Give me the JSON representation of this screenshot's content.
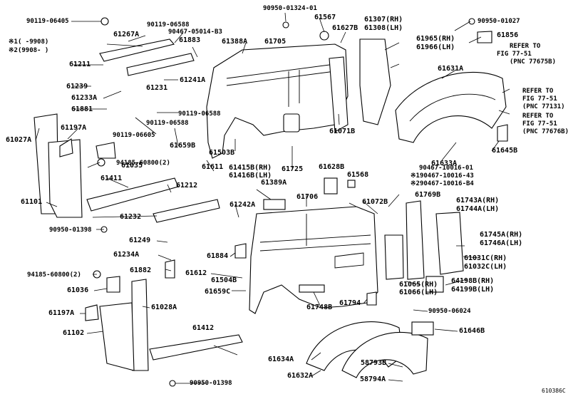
{
  "diagram_id": "610386C",
  "legend": [
    {
      "mark": "※1",
      "range": "( -9908)"
    },
    {
      "mark": "※2",
      "range": "(9908- )"
    }
  ],
  "labels": {
    "p90119_06405": "90119-06405",
    "p61267A": "61267A",
    "p90119_06588a": "90119-06588",
    "p90467_05014": "90467-05014-B3",
    "p61883": "61883",
    "p61388A": "61388A",
    "p90950_01324": "90950-01324-01",
    "p61705": "61705",
    "p61567": "61567",
    "p61627B": "61627B",
    "p61307": "61307(RH)",
    "p61308": "61308(LH)",
    "p90950_01027": "90950-01027",
    "p61965": "61965(RH)",
    "p61966": "61966(LH)",
    "p61856": "61856",
    "p61211": "61211",
    "p61239": "61239",
    "p61241A": "61241A",
    "p61231": "61231",
    "p61233A": "61233A",
    "p61881": "61881",
    "p90119_06588b": "90119-06588",
    "p90119_06588c": "90119-06588",
    "p90119_06605": "90119-06605",
    "p61631A": "61631A",
    "refer1a": "REFER TO",
    "refer1b": "FIG 77-51",
    "refer1c": "(PNC 77675B)",
    "refer2a": "REFER TO",
    "refer2b": "FIG 77-51",
    "refer2c": "(PNC 77131)",
    "refer3a": "REFER TO",
    "refer3b": "FIG 77-51",
    "refer3c": "(PNC 77676B)",
    "p61027A": "61027A",
    "p61197A_top": "61197A",
    "p61035": "61035",
    "p94185_a": "94185-60800(2)",
    "p61659B": "61659B",
    "p61503B": "61503B",
    "p61611": "61611",
    "p61415B": "61415B(RH)",
    "p61416B": "61416B(LH)",
    "p61725": "61725",
    "p61071B": "61071B",
    "p61633A": "61633A",
    "p61645B": "61645B",
    "p61568": "61568",
    "p61628B": "61628B",
    "p61389A": "61389A",
    "p90467_10016_01": "90467-10016-01",
    "p90467_10016_43": "※190467-10016-43",
    "p90467_10016_b4": "※290467-10016-B4",
    "p61101": "61101",
    "p61411": "61411",
    "p61212": "61212",
    "p61242A": "61242A",
    "p61706": "61706",
    "p61072B": "61072B",
    "p61769B": "61769B",
    "p61743A": "61743A(RH)",
    "p61744A": "61744A(LH)",
    "p61232": "61232",
    "p90950_01398a": "90950-01398",
    "p61249": "61249",
    "p61745A": "61745A(RH)",
    "p61746A": "61746A(LH)",
    "p61234A": "61234A",
    "p61884": "61884",
    "p61031C": "61031C(RH)",
    "p61032C": "61032C(LH)",
    "p61882": "61882",
    "p61612": "61612",
    "p61504B": "61504B",
    "p94185_b": "94185-60800(2)",
    "p61036": "61036",
    "p61659C": "61659C",
    "p61065": "61065(RH)",
    "p61066": "61066(LH)",
    "p64198B": "64198B(RH)",
    "p64199B": "64199B(LH)",
    "p61197A_bot": "61197A",
    "p61028A": "61028A",
    "p61748B": "61748B",
    "p61794": "61794",
    "p90950_06024": "90950-06024",
    "p61102": "61102",
    "p61412": "61412",
    "p61646B": "61646B",
    "p61634A": "61634A",
    "p58793B": "58793B",
    "p90950_01398b": "90950-01398",
    "p61632A": "61632A",
    "p58794A": "58794A"
  }
}
